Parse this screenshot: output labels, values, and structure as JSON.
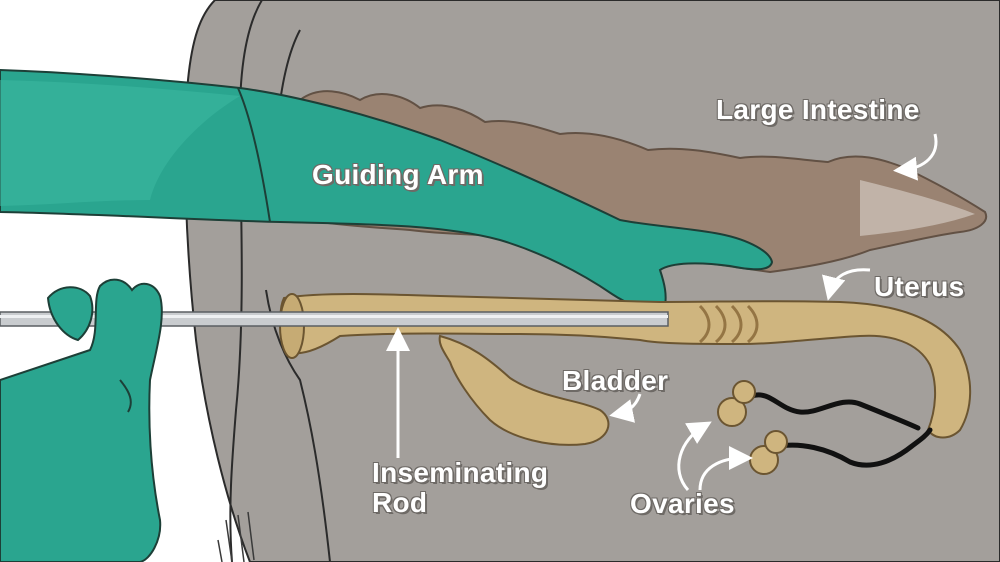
{
  "labels": {
    "large_intestine": "Large Intestine",
    "guiding_arm": "Guiding Arm",
    "uterus": "Uterus",
    "bladder": "Bladder",
    "inseminating_line1": "Inseminating",
    "inseminating_line2": "Rod",
    "ovaries": "Ovaries"
  },
  "colors": {
    "background": "#ffffff",
    "cow_body": "#a39f9b",
    "glove": "#2aa58f",
    "intestine": "#9a8270",
    "reproductive_tract": "#cfb57f",
    "rod": "#c9cccf",
    "label_text": "#ffffff"
  }
}
